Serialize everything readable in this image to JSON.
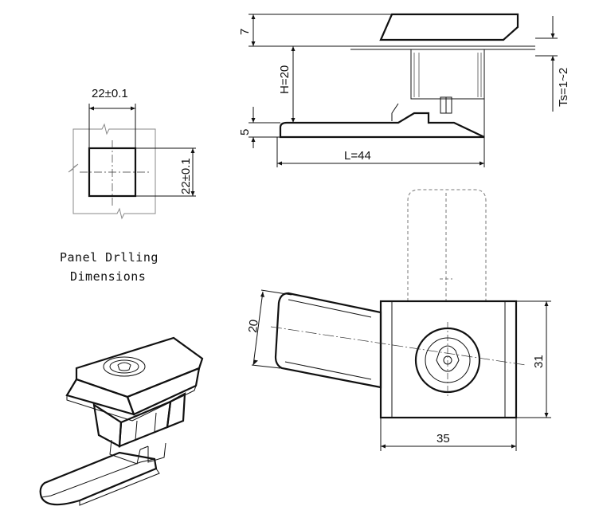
{
  "panel_drilling": {
    "width_label": "22±0.1",
    "height_label": "22±0.1",
    "caption_line1": "Panel Drlling",
    "caption_line2": "Dimensions"
  },
  "side_view": {
    "top_label": "7",
    "h_label": "H=20",
    "bottom_label": "5",
    "l_label": "L=44",
    "ts_label": "Ts=1~2"
  },
  "front_view": {
    "arm_label": "20",
    "width_label": "35",
    "height_label": "31"
  }
}
